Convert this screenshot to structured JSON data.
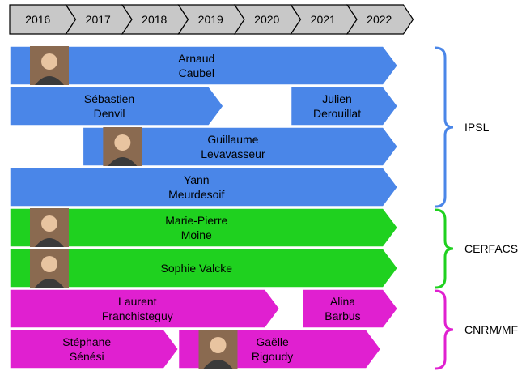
{
  "timeline": {
    "years": [
      "2016",
      "2017",
      "2018",
      "2019",
      "2020",
      "2021",
      "2022"
    ]
  },
  "rows": [
    {
      "group": "IPSL",
      "bars": [
        {
          "line1": "Arnaud",
          "line2": "Caubel",
          "start": 2016,
          "end": 2022.9,
          "photo": true
        }
      ]
    },
    {
      "group": "IPSL",
      "bars": [
        {
          "line1": "Sébastien",
          "line2": "Denvil",
          "start": 2016,
          "end": 2019.8,
          "photo": false
        },
        {
          "line1": "Julien",
          "line2": "Derouillat",
          "start": 2021.0,
          "end": 2022.9,
          "photo": false
        }
      ]
    },
    {
      "group": "IPSL",
      "bars": [
        {
          "line1": "Guillaume",
          "line2": "Levavasseur",
          "start": 2017.3,
          "end": 2022.9,
          "photo": true
        }
      ]
    },
    {
      "group": "IPSL",
      "bars": [
        {
          "line1": "Yann",
          "line2": "Meurdesoif",
          "start": 2016,
          "end": 2022.9,
          "photo": false
        }
      ]
    },
    {
      "group": "CERFACS",
      "bars": [
        {
          "line1": "Marie-Pierre",
          "line2": "Moine",
          "start": 2016,
          "end": 2022.9,
          "photo": true
        }
      ]
    },
    {
      "group": "CERFACS",
      "bars": [
        {
          "line1": "Sophie Valcke",
          "line2": "",
          "start": 2016,
          "end": 2022.9,
          "photo": true
        }
      ]
    },
    {
      "group": "CNRM/MF",
      "bars": [
        {
          "line1": "Laurent",
          "line2": "Franchisteguy",
          "start": 2016,
          "end": 2020.8,
          "photo": false
        },
        {
          "line1": "Alina",
          "line2": "Barbus",
          "start": 2021.2,
          "end": 2022.9,
          "photo": false
        }
      ]
    },
    {
      "group": "CNRM/MF",
      "bars": [
        {
          "line1": "Stéphane",
          "line2": "Sénési",
          "start": 2016,
          "end": 2019.0,
          "photo": false
        },
        {
          "line1": "Gaëlle",
          "line2": "Rigoudy",
          "start": 2019.0,
          "end": 2022.6,
          "photo": true
        }
      ]
    }
  ],
  "groups": [
    {
      "name": "IPSL",
      "color": "#4A86E8"
    },
    {
      "name": "CERFACS",
      "color": "#1FD11F"
    },
    {
      "name": "CNRM/MF",
      "color": "#E020D0"
    }
  ],
  "colors": {
    "year_fill": "#c8c8c8",
    "stroke": "#ffffff",
    "photo": "#8a6a50"
  }
}
